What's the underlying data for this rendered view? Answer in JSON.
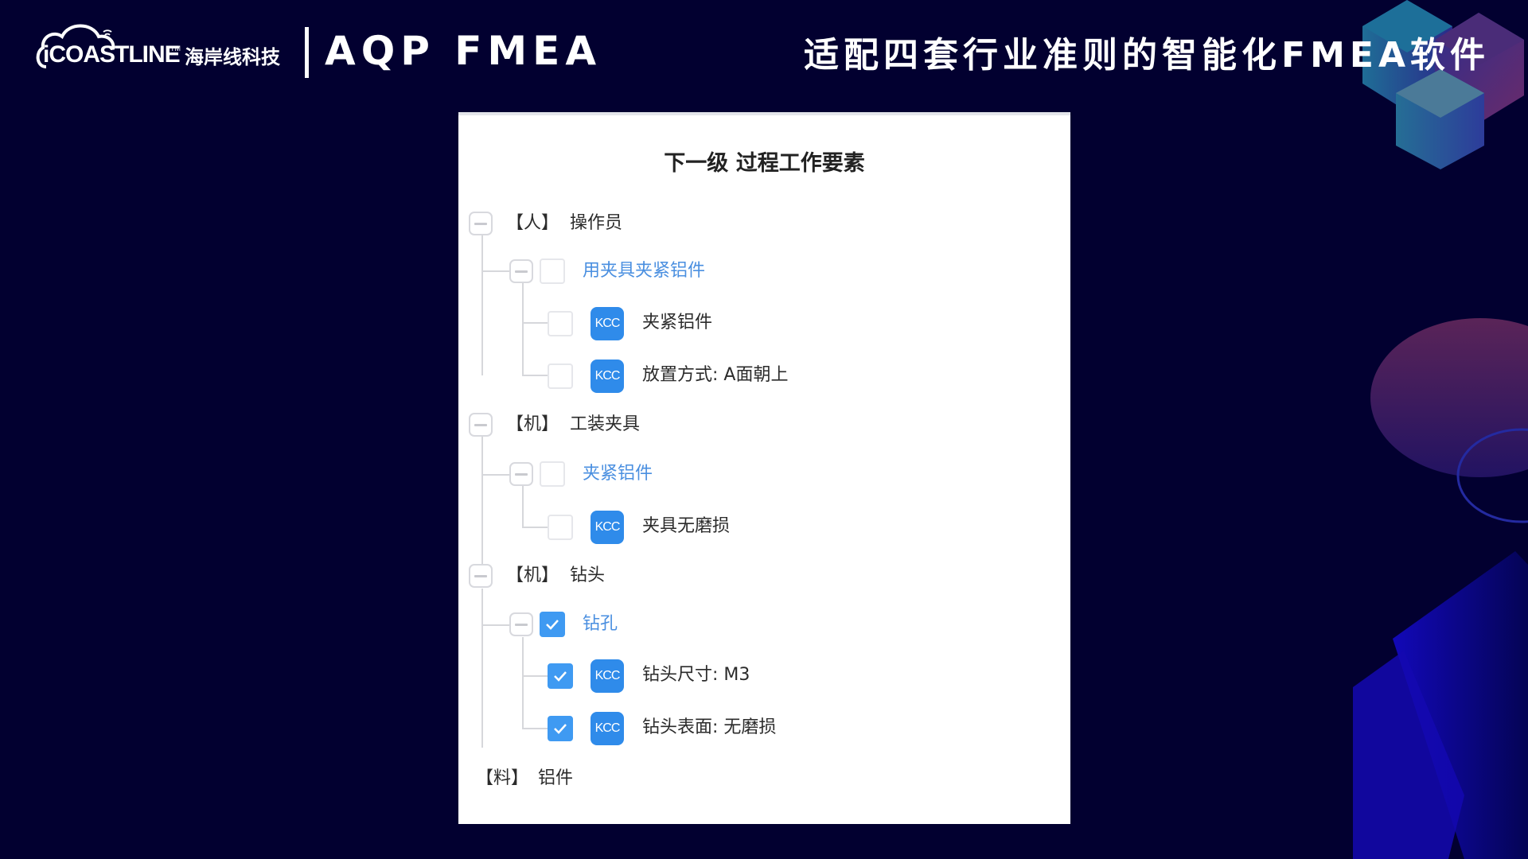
{
  "header": {
    "logo_text": "iCOASTLINE",
    "logo_tm": "TM",
    "company_name": "海岸线科技",
    "product_name": "AQP FMEA",
    "slogan": "适配四套行业准则的智能化FMEA软件"
  },
  "panel": {
    "title": "下一级 过程工作要素",
    "badge_label": "KCC",
    "colors": {
      "group_text": "#4a8fe0",
      "badge_bg": "#2f8bea",
      "checkbox_checked": "#3f9af2",
      "tree_line": "#d6d7db"
    },
    "tree": [
      {
        "category": "【人】",
        "name": "操作员",
        "expanded": true,
        "children": [
          {
            "name": "用夹具夹紧铝件",
            "checked": false,
            "expanded": true,
            "children": [
              {
                "badge": "KCC",
                "name": "夹紧铝件",
                "checked": false
              },
              {
                "badge": "KCC",
                "name": "放置方式: A面朝上",
                "checked": false
              }
            ]
          }
        ]
      },
      {
        "category": "【机】",
        "name": "工装夹具",
        "expanded": true,
        "children": [
          {
            "name": "夹紧铝件",
            "checked": false,
            "expanded": true,
            "children": [
              {
                "badge": "KCC",
                "name": "夹具无磨损",
                "checked": false
              }
            ]
          }
        ]
      },
      {
        "category": "【机】",
        "name": "钻头",
        "expanded": true,
        "children": [
          {
            "name": "钻孔",
            "checked": true,
            "expanded": true,
            "children": [
              {
                "badge": "KCC",
                "name": "钻头尺寸: M3",
                "checked": true
              },
              {
                "badge": "KCC",
                "name": "钻头表面: 无磨损",
                "checked": true
              }
            ]
          }
        ]
      },
      {
        "category": "【料】",
        "name": "铝件",
        "expanded": false,
        "children": []
      }
    ]
  }
}
